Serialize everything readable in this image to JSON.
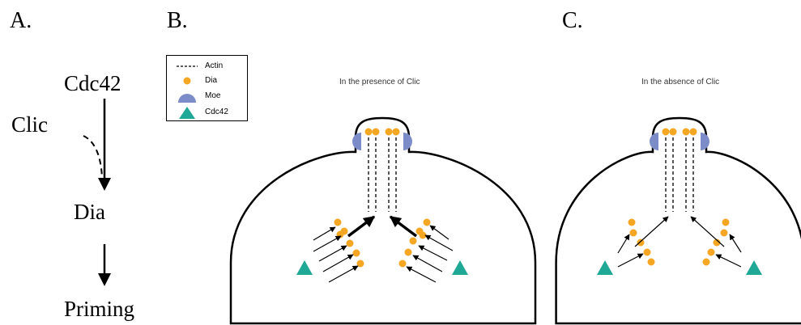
{
  "panels": {
    "a": {
      "label": "A."
    },
    "b": {
      "label": "B."
    },
    "c": {
      "label": "C."
    }
  },
  "pathway": {
    "top": "Cdc42",
    "regulator": "Clic",
    "middle": "Dia",
    "bottom": "Priming"
  },
  "legend": {
    "items": [
      {
        "label": "Actin",
        "symbol": "dashed-line"
      },
      {
        "label": "Dia",
        "symbol": "dot"
      },
      {
        "label": "Moe",
        "symbol": "half-disc"
      },
      {
        "label": "Cdc42",
        "symbol": "triangle"
      }
    ]
  },
  "cells": {
    "b": {
      "title": "In the presence of Clic"
    },
    "c": {
      "title": "In the absence of Clic"
    }
  },
  "colors": {
    "dia": "#F5A623",
    "moe": "#7B8CC9",
    "cdc42": "#1FA896",
    "line": "#000000"
  }
}
